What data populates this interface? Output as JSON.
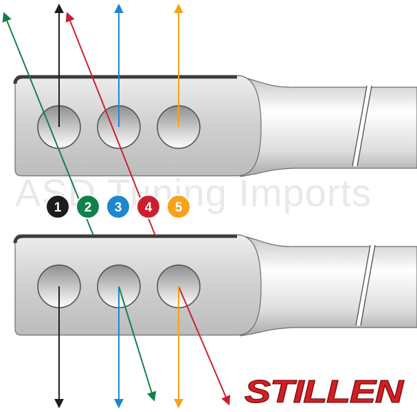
{
  "diagram": {
    "watermark": "ASD Tuning Imports",
    "brand": "STILLEN",
    "colors": {
      "black": "#1c1c1c",
      "green": "#12804a",
      "blue": "#1f86d0",
      "red": "#cc1f2e",
      "orange": "#f5a21c"
    },
    "badges": [
      {
        "label": "1",
        "color": "#1c1c1c"
      },
      {
        "label": "2",
        "color": "#12804a"
      },
      {
        "label": "3",
        "color": "#1f86d0"
      },
      {
        "label": "4",
        "color": "#cc1f2e"
      },
      {
        "label": "5",
        "color": "#f5a21c"
      }
    ]
  }
}
